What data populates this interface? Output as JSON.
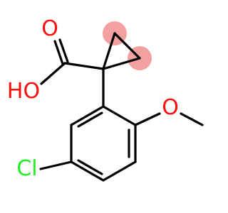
{
  "molecule": {
    "atom_labels": {
      "carbonyl_oxygen": "O",
      "hydroxyl": "HO",
      "methoxy_oxygen": "O",
      "chlorine": "Cl"
    },
    "colors": {
      "oxygen": "#ff0d0d",
      "chlorine": "#1ff01f",
      "bond": "#000000",
      "highlight": "#f2a0a0"
    }
  }
}
